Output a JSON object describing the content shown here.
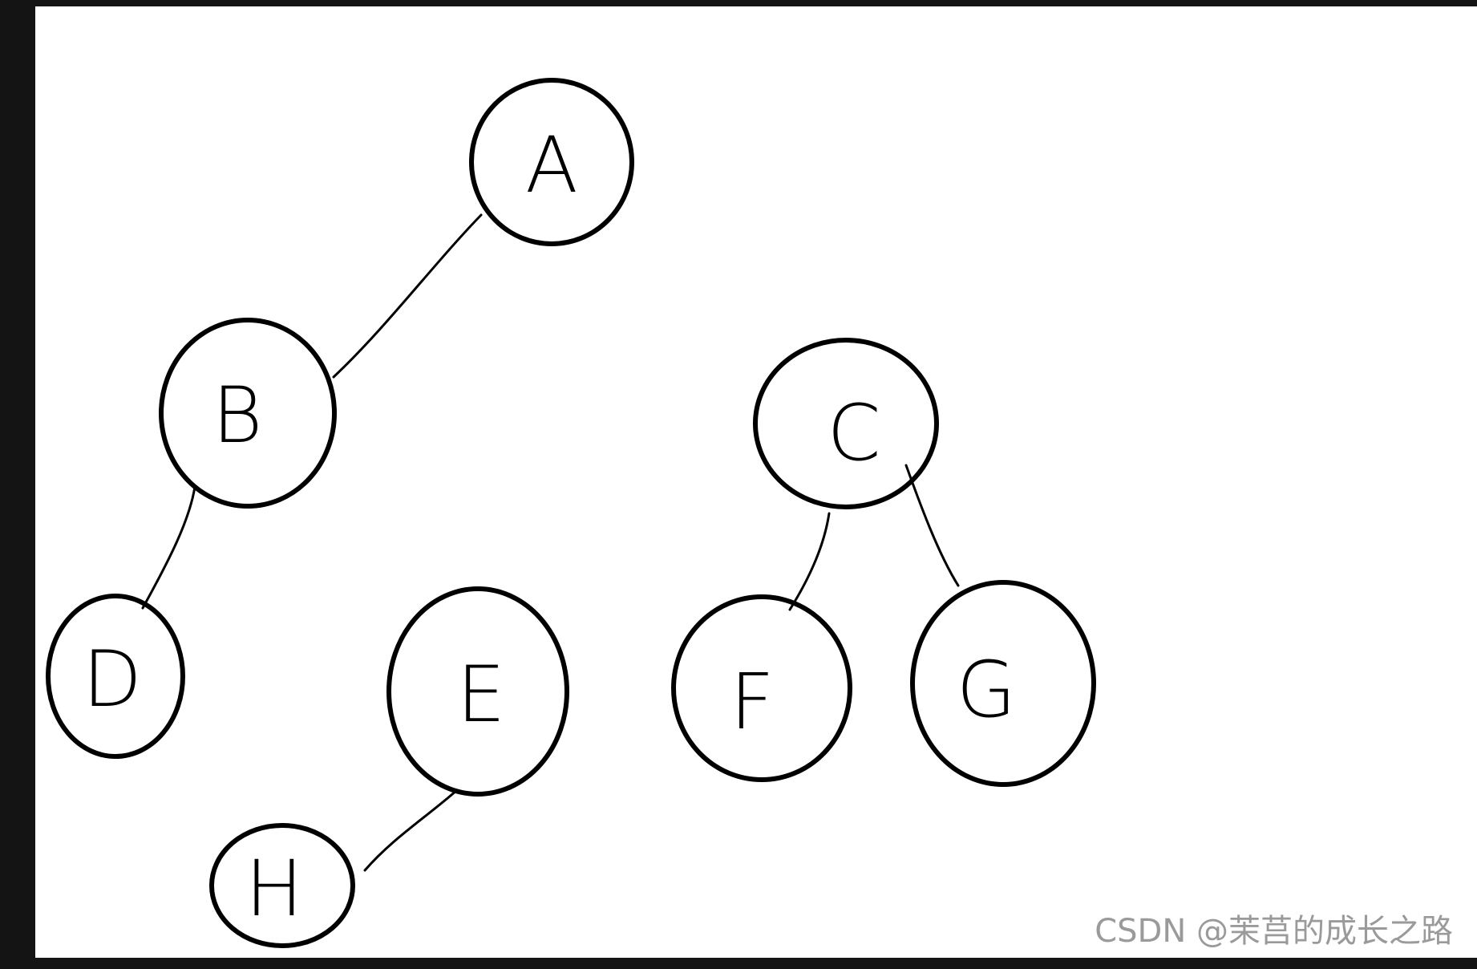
{
  "nodes": [
    {
      "id": "A",
      "label": "A"
    },
    {
      "id": "B",
      "label": "B"
    },
    {
      "id": "C",
      "label": "C"
    },
    {
      "id": "D",
      "label": "D"
    },
    {
      "id": "E",
      "label": "E"
    },
    {
      "id": "F",
      "label": "F"
    },
    {
      "id": "G",
      "label": "G"
    },
    {
      "id": "H",
      "label": "H"
    }
  ],
  "edges": [
    {
      "from": "A",
      "to": "B"
    },
    {
      "from": "B",
      "to": "D"
    },
    {
      "from": "E",
      "to": "H"
    },
    {
      "from": "C",
      "to": "F"
    },
    {
      "from": "C",
      "to": "G"
    }
  ],
  "watermark": "CSDN @茉莒的成长之路",
  "colors": {
    "background": "#ffffff",
    "frame": "#141414",
    "stroke": "#000000",
    "watermark": "#9a9a9a"
  }
}
